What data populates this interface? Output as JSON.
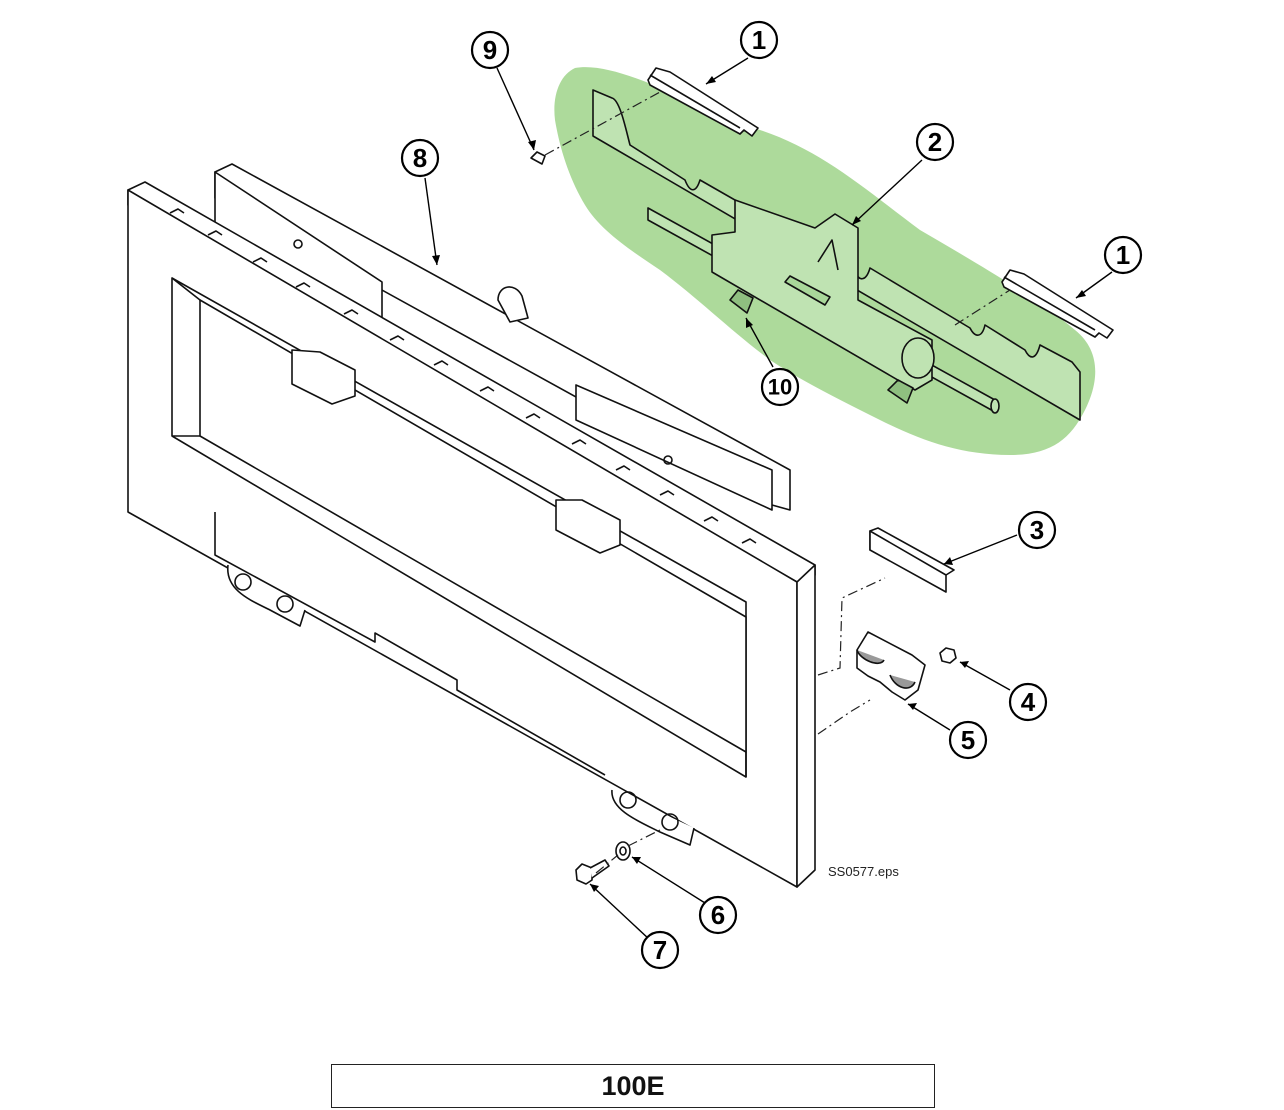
{
  "diagram": {
    "file_label": "SS0577.eps",
    "highlight_color": "#9fd48a",
    "callouts": [
      {
        "id": "callout-1-upper",
        "label": "1"
      },
      {
        "id": "callout-1-lower",
        "label": "1"
      },
      {
        "id": "callout-2",
        "label": "2"
      },
      {
        "id": "callout-3",
        "label": "3"
      },
      {
        "id": "callout-4",
        "label": "4"
      },
      {
        "id": "callout-5",
        "label": "5"
      },
      {
        "id": "callout-6",
        "label": "6"
      },
      {
        "id": "callout-7",
        "label": "7"
      },
      {
        "id": "callout-8",
        "label": "8"
      },
      {
        "id": "callout-9",
        "label": "9"
      },
      {
        "id": "callout-10",
        "label": "10"
      }
    ]
  },
  "footer": {
    "title": "100E"
  }
}
